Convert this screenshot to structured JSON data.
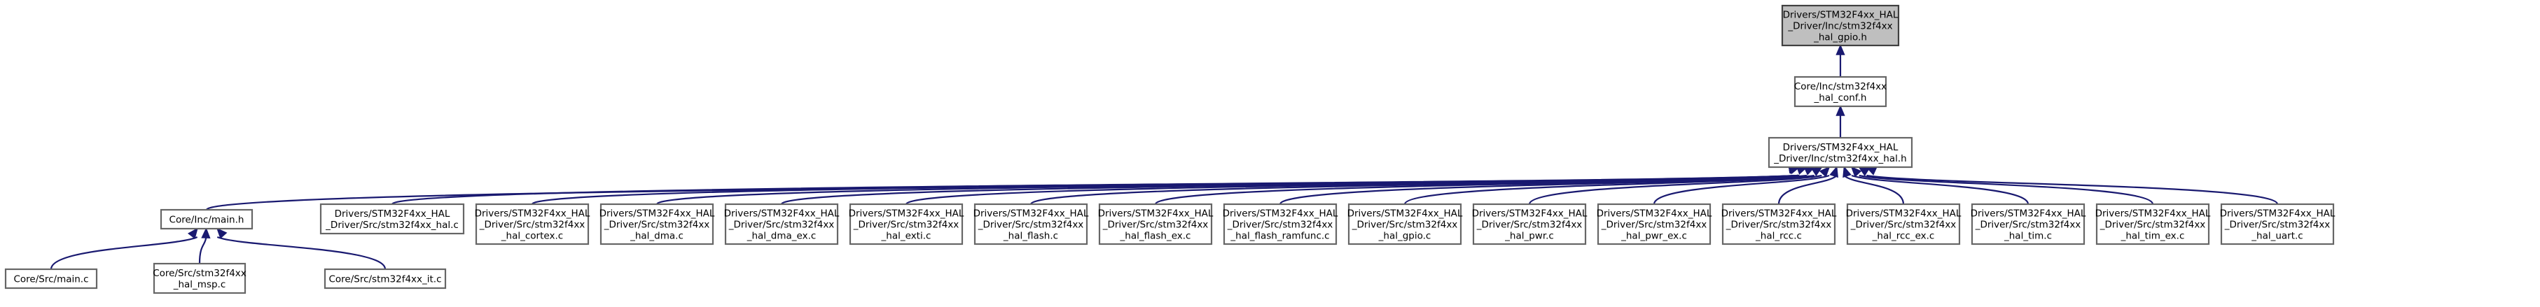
{
  "graph": {
    "nodes": [
      {
        "id": "gpio_h",
        "label": [
          "Drivers/STM32F4xx_HAL",
          "_Driver/Inc/stm32f4xx",
          "_hal_gpio.h"
        ],
        "root": true,
        "interactable": false
      },
      {
        "id": "hal_conf_h",
        "label": [
          "Core/Inc/stm32f4xx",
          "_hal_conf.h"
        ]
      },
      {
        "id": "hal_h",
        "label": [
          "Drivers/STM32F4xx_HAL",
          "_Driver/Inc/stm32f4xx_hal.h"
        ]
      },
      {
        "id": "main_h",
        "label": [
          "Core/Inc/main.h"
        ]
      },
      {
        "id": "hal_c",
        "label": [
          "Drivers/STM32F4xx_HAL",
          "_Driver/Src/stm32f4xx_hal.c"
        ]
      },
      {
        "id": "cortex_c",
        "label": [
          "Drivers/STM32F4xx_HAL",
          "_Driver/Src/stm32f4xx",
          "_hal_cortex.c"
        ]
      },
      {
        "id": "dma_c",
        "label": [
          "Drivers/STM32F4xx_HAL",
          "_Driver/Src/stm32f4xx",
          "_hal_dma.c"
        ]
      },
      {
        "id": "dma_ex_c",
        "label": [
          "Drivers/STM32F4xx_HAL",
          "_Driver/Src/stm32f4xx",
          "_hal_dma_ex.c"
        ]
      },
      {
        "id": "exti_c",
        "label": [
          "Drivers/STM32F4xx_HAL",
          "_Driver/Src/stm32f4xx",
          "_hal_exti.c"
        ]
      },
      {
        "id": "flash_c",
        "label": [
          "Drivers/STM32F4xx_HAL",
          "_Driver/Src/stm32f4xx",
          "_hal_flash.c"
        ]
      },
      {
        "id": "flash_ex_c",
        "label": [
          "Drivers/STM32F4xx_HAL",
          "_Driver/Src/stm32f4xx",
          "_hal_flash_ex.c"
        ]
      },
      {
        "id": "flash_ramfunc_c",
        "label": [
          "Drivers/STM32F4xx_HAL",
          "_Driver/Src/stm32f4xx",
          "_hal_flash_ramfunc.c"
        ]
      },
      {
        "id": "gpio_c",
        "label": [
          "Drivers/STM32F4xx_HAL",
          "_Driver/Src/stm32f4xx",
          "_hal_gpio.c"
        ]
      },
      {
        "id": "pwr_c",
        "label": [
          "Drivers/STM32F4xx_HAL",
          "_Driver/Src/stm32f4xx",
          "_hal_pwr.c"
        ]
      },
      {
        "id": "pwr_ex_c",
        "label": [
          "Drivers/STM32F4xx_HAL",
          "_Driver/Src/stm32f4xx",
          "_hal_pwr_ex.c"
        ]
      },
      {
        "id": "rcc_c",
        "label": [
          "Drivers/STM32F4xx_HAL",
          "_Driver/Src/stm32f4xx",
          "_hal_rcc.c"
        ]
      },
      {
        "id": "rcc_ex_c",
        "label": [
          "Drivers/STM32F4xx_HAL",
          "_Driver/Src/stm32f4xx",
          "_hal_rcc_ex.c"
        ]
      },
      {
        "id": "tim_c",
        "label": [
          "Drivers/STM32F4xx_HAL",
          "_Driver/Src/stm32f4xx",
          "_hal_tim.c"
        ]
      },
      {
        "id": "tim_ex_c",
        "label": [
          "Drivers/STM32F4xx_HAL",
          "_Driver/Src/stm32f4xx",
          "_hal_tim_ex.c"
        ]
      },
      {
        "id": "uart_c",
        "label": [
          "Drivers/STM32F4xx_HAL",
          "_Driver/Src/stm32f4xx",
          "_hal_uart.c"
        ]
      },
      {
        "id": "main_c",
        "label": [
          "Core/Src/main.c"
        ]
      },
      {
        "id": "msp_c",
        "label": [
          "Core/Src/stm32f4xx",
          "_hal_msp.c"
        ]
      },
      {
        "id": "it_c",
        "label": [
          "Core/Src/stm32f4xx_it.c"
        ]
      }
    ],
    "edges": [
      {
        "from": "hal_conf_h",
        "to": "gpio_h"
      },
      {
        "from": "hal_h",
        "to": "hal_conf_h"
      },
      {
        "from": "main_h",
        "to": "hal_h"
      },
      {
        "from": "hal_c",
        "to": "hal_h"
      },
      {
        "from": "cortex_c",
        "to": "hal_h"
      },
      {
        "from": "dma_c",
        "to": "hal_h"
      },
      {
        "from": "dma_ex_c",
        "to": "hal_h"
      },
      {
        "from": "exti_c",
        "to": "hal_h"
      },
      {
        "from": "flash_c",
        "to": "hal_h"
      },
      {
        "from": "flash_ex_c",
        "to": "hal_h"
      },
      {
        "from": "flash_ramfunc_c",
        "to": "hal_h"
      },
      {
        "from": "gpio_c",
        "to": "hal_h"
      },
      {
        "from": "pwr_c",
        "to": "hal_h"
      },
      {
        "from": "pwr_ex_c",
        "to": "hal_h"
      },
      {
        "from": "rcc_c",
        "to": "hal_h"
      },
      {
        "from": "rcc_ex_c",
        "to": "hal_h"
      },
      {
        "from": "tim_c",
        "to": "hal_h"
      },
      {
        "from": "tim_ex_c",
        "to": "hal_h"
      },
      {
        "from": "uart_c",
        "to": "hal_h"
      },
      {
        "from": "main_c",
        "to": "main_h"
      },
      {
        "from": "msp_c",
        "to": "main_h"
      },
      {
        "from": "it_c",
        "to": "main_h"
      }
    ],
    "colors": {
      "root_fill": "#bfbfbf",
      "node_fill": "#ffffff",
      "node_border": "#666666",
      "edge": "#191970"
    }
  }
}
